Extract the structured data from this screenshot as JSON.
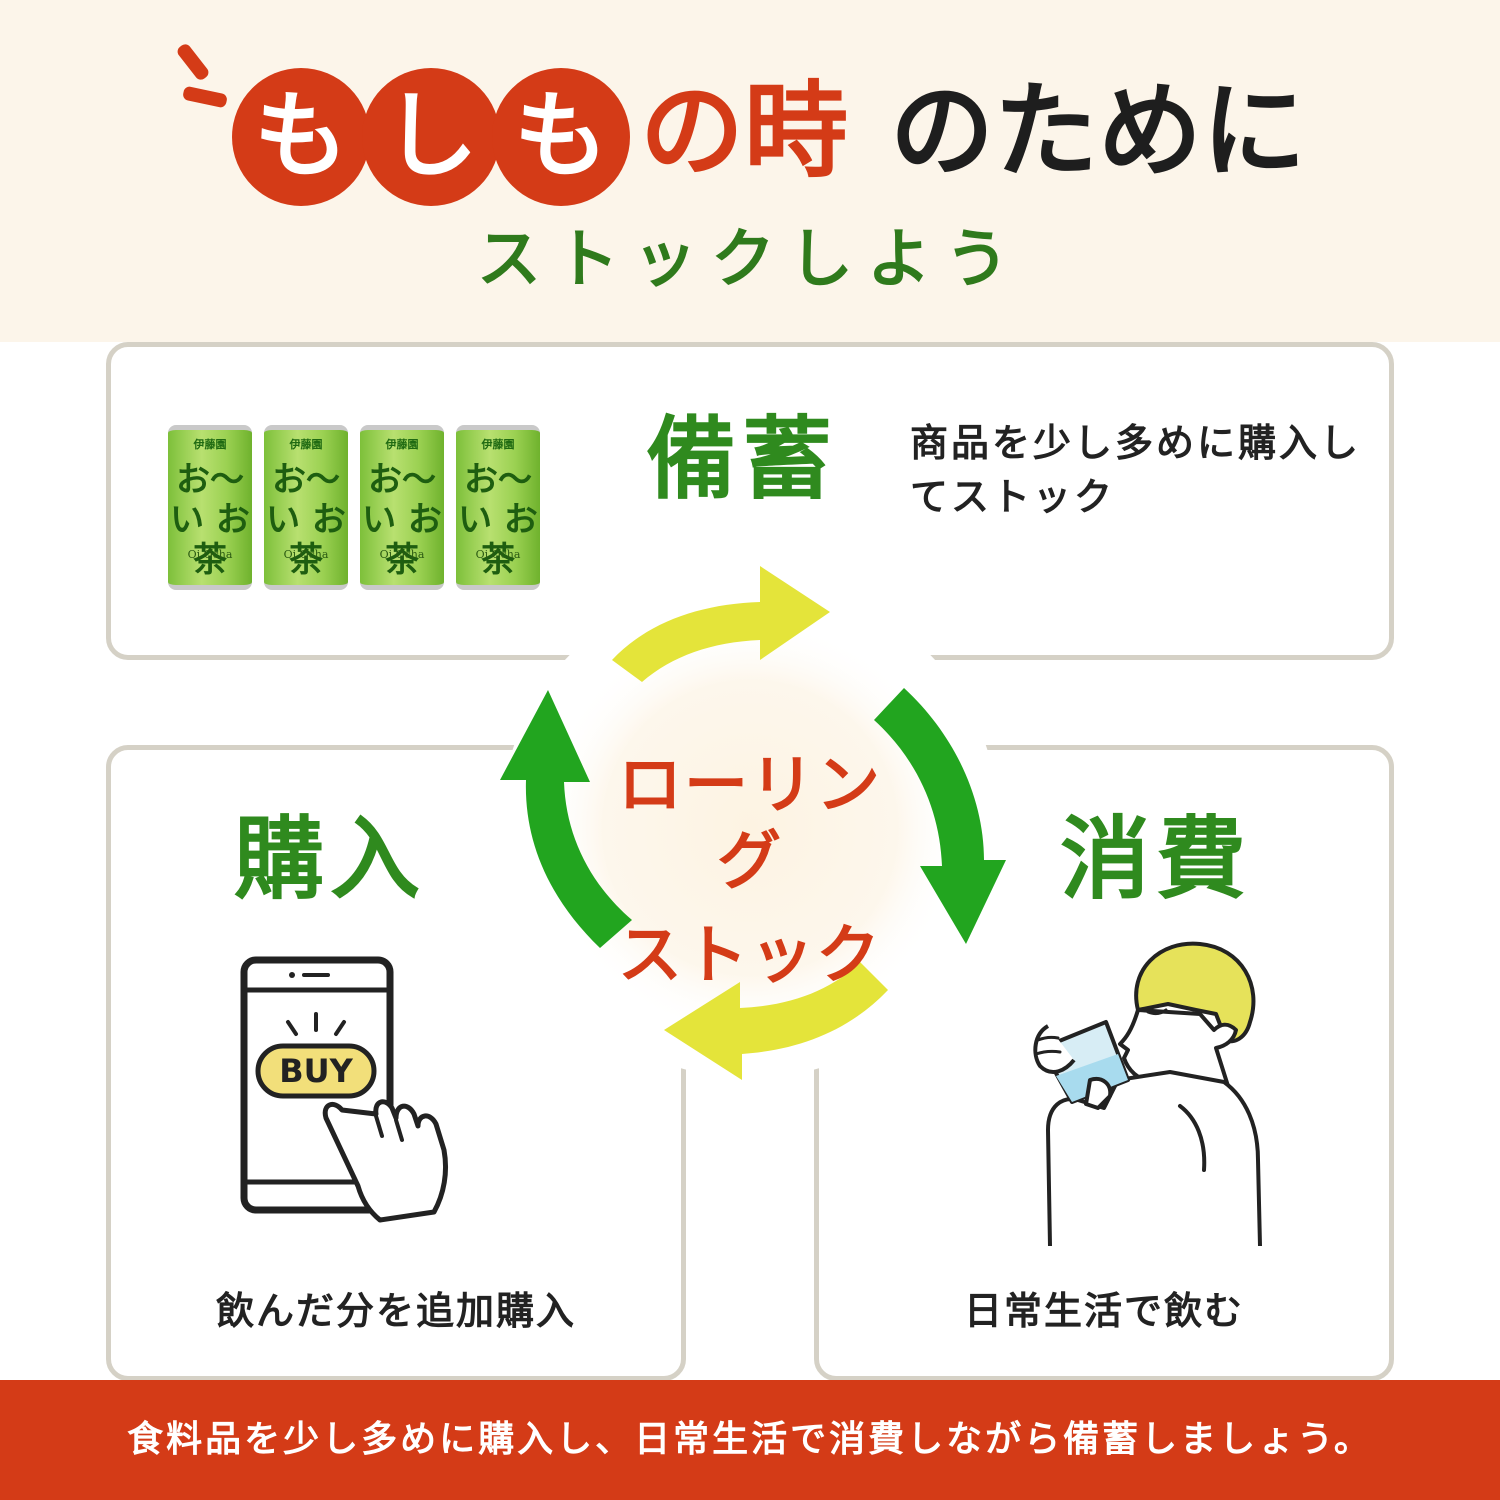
{
  "header": {
    "circle_chars": [
      "も",
      "し",
      "も"
    ],
    "title_red": "の時",
    "title_black": "のために",
    "subtitle": "ストックしよう"
  },
  "stock_card": {
    "label": "備蓄",
    "description": "商品を少し多めに購入してストック",
    "cans": [
      {
        "brand": "伊藤園",
        "logo": "お〜い お茶",
        "name": "Oi Ocha"
      },
      {
        "brand": "伊藤園",
        "logo": "お〜い お茶",
        "name": "Oi Ocha"
      },
      {
        "brand": "伊藤園",
        "logo": "お〜い お茶",
        "name": "Oi Ocha"
      },
      {
        "brand": "伊藤園",
        "logo": "お〜い お茶",
        "name": "Oi Ocha"
      }
    ]
  },
  "purchase_card": {
    "label": "購入",
    "buy_label": "BUY",
    "caption": "飲んだ分を追加購入"
  },
  "consume_card": {
    "label": "消費",
    "caption": "日常生活で飲む"
  },
  "cycle": {
    "line1": "ローリング",
    "line2": "ストック"
  },
  "footer": {
    "text": "食料品を少し多めに購入し、日常生活で消費しながら備蓄しましょう。"
  },
  "colors": {
    "accent_red": "#d43b17",
    "accent_green": "#2f8a1e",
    "arrow_green": "#22a51f",
    "arrow_yellow": "#e4e43a",
    "header_bg": "#fcf5ea"
  }
}
